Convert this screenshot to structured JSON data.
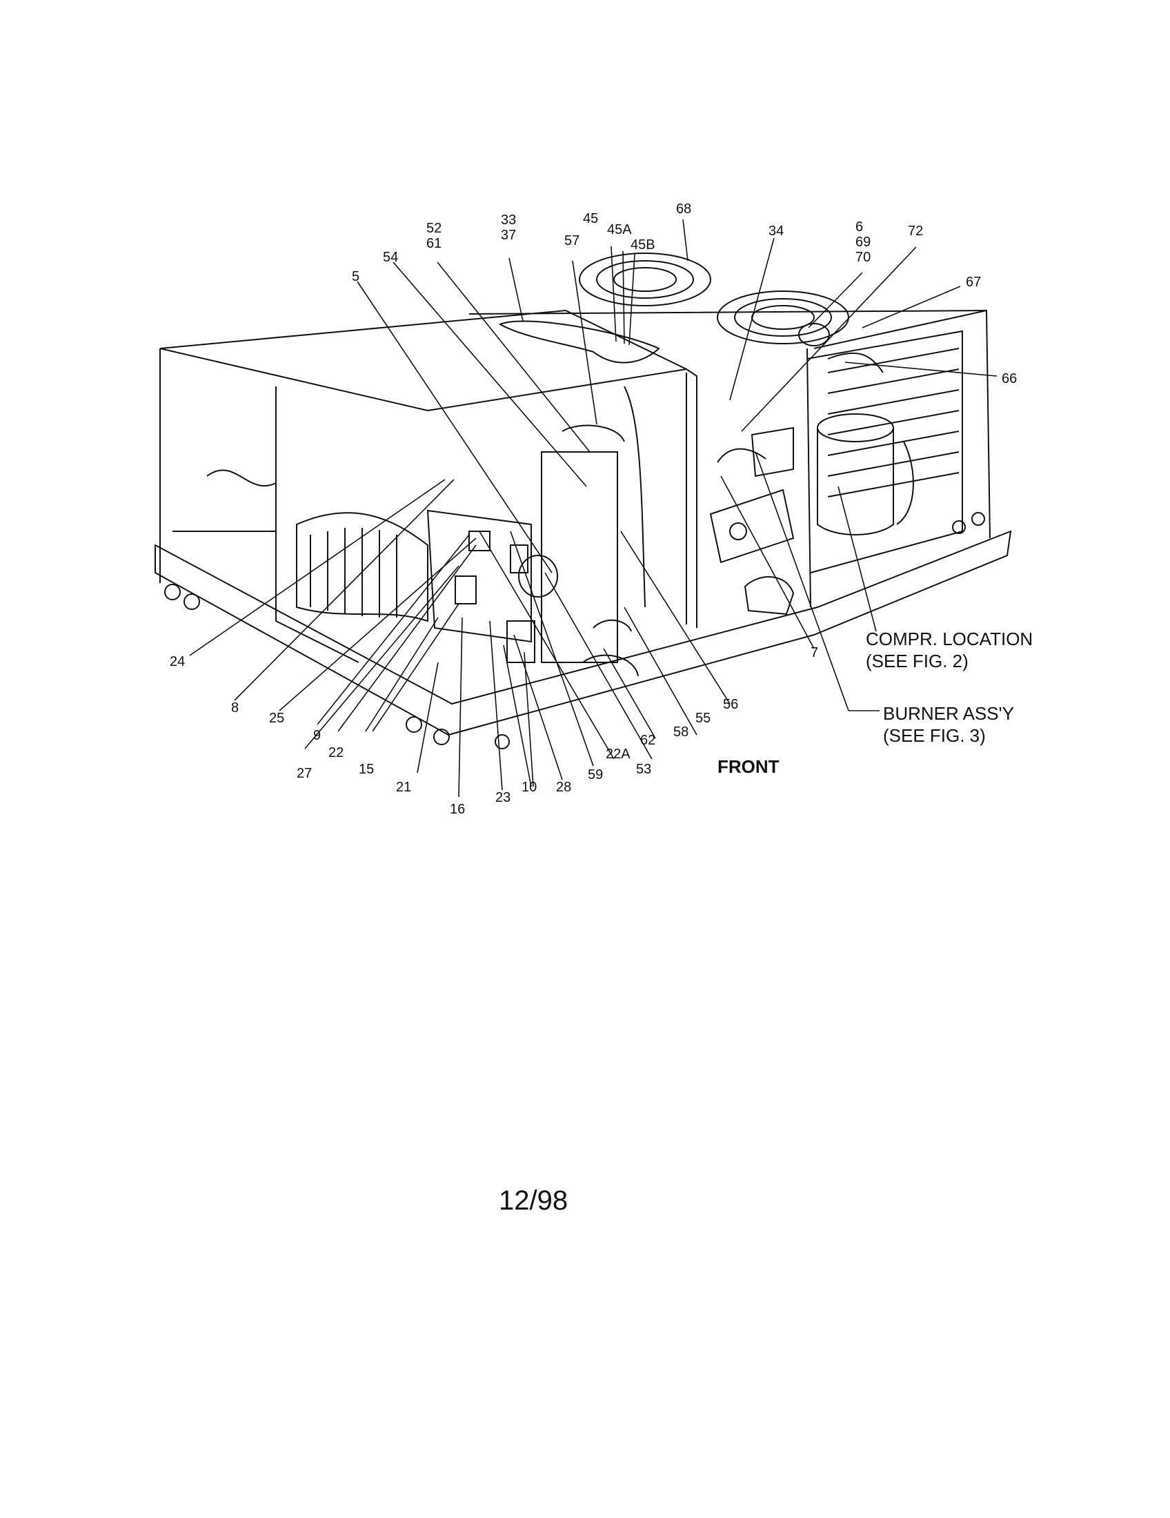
{
  "callouts": [
    {
      "id": "c-52-61",
      "text": "52\n61"
    },
    {
      "id": "c-33-37",
      "text": "33\n37"
    },
    {
      "id": "c-45",
      "text": "45"
    },
    {
      "id": "c-45A",
      "text": "45A"
    },
    {
      "id": "c-45B",
      "text": "45B"
    },
    {
      "id": "c-68",
      "text": "68"
    },
    {
      "id": "c-57",
      "text": "57"
    },
    {
      "id": "c-34",
      "text": "34"
    },
    {
      "id": "c-6-69-70",
      "text": "6\n69\n70"
    },
    {
      "id": "c-72",
      "text": "72"
    },
    {
      "id": "c-67",
      "text": "67"
    },
    {
      "id": "c-66",
      "text": "66"
    },
    {
      "id": "c-54",
      "text": "54"
    },
    {
      "id": "c-5",
      "text": "5"
    },
    {
      "id": "c-24",
      "text": "24"
    },
    {
      "id": "c-8",
      "text": "8"
    },
    {
      "id": "c-25",
      "text": "25"
    },
    {
      "id": "c-9",
      "text": "9"
    },
    {
      "id": "c-22",
      "text": "22"
    },
    {
      "id": "c-27",
      "text": "27"
    },
    {
      "id": "c-15",
      "text": "15"
    },
    {
      "id": "c-21",
      "text": "21"
    },
    {
      "id": "c-16",
      "text": "16"
    },
    {
      "id": "c-23",
      "text": "23"
    },
    {
      "id": "c-10",
      "text": "10"
    },
    {
      "id": "c-28",
      "text": "28"
    },
    {
      "id": "c-59",
      "text": "59"
    },
    {
      "id": "c-22A",
      "text": "22A"
    },
    {
      "id": "c-53",
      "text": "53"
    },
    {
      "id": "c-62",
      "text": "62"
    },
    {
      "id": "c-58",
      "text": "58"
    },
    {
      "id": "c-55",
      "text": "55"
    },
    {
      "id": "c-56",
      "text": "56"
    },
    {
      "id": "c-7",
      "text": "7"
    }
  ],
  "notes": {
    "compressor_location": "COMPR. LOCATION\n(SEE FIG. 2)",
    "burner_assy": "BURNER ASS'Y\n(SEE FIG. 3)",
    "front": "FRONT"
  },
  "page_date": "12/98"
}
